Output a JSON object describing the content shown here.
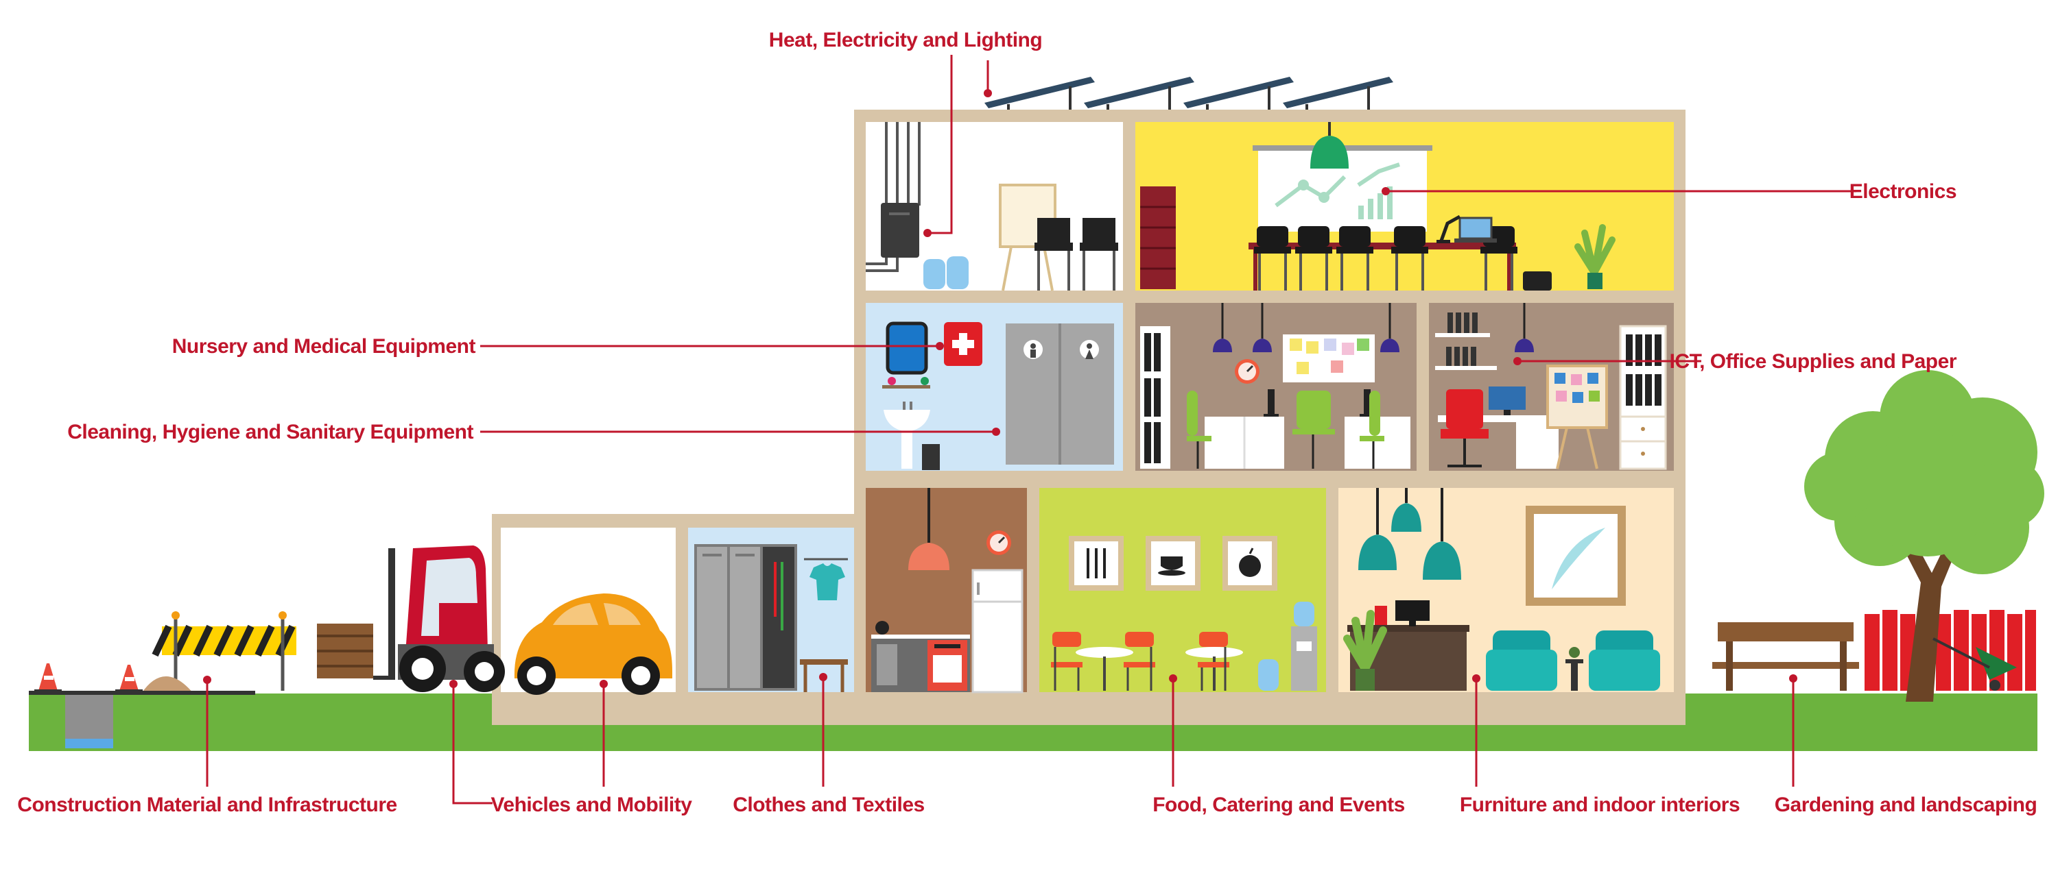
{
  "labels": {
    "heat": "Heat, Electricity and Lighting",
    "electronics": "Electronics",
    "nursery": "Nursery and Medical Equipment",
    "cleaning": "Cleaning, Hygiene and Sanitary Equipment",
    "ict": "ICT, Office Supplies and Paper",
    "construction": "Construction Material and Infrastructure",
    "vehicles": "Vehicles and Mobility",
    "clothes": "Clothes and Textiles",
    "food": "Food, Catering and Events",
    "furniture": "Furniture and indoor interiors",
    "gardening": "Gardening and landscaping"
  },
  "colors": {
    "label_red": "#c0162c",
    "house_frame": "#d8c5a8",
    "grass": "#6cb33e",
    "meeting_room": "#fde54a",
    "bathroom": "#cfe6f7",
    "office": "#a8907e",
    "kitchen": "#a4714f",
    "canteen": "#cbdb4e",
    "lounge": "#fde7c4",
    "car": "#f39c12",
    "tree": "#7ec04c"
  },
  "icons": [
    "solar-panel-icon",
    "boiler-icon",
    "water-bottle-icon",
    "easel-icon",
    "chair-icon",
    "projection-screen-icon",
    "pendant-lamp-icon",
    "filing-cabinet-icon",
    "laptop-icon",
    "plant-icon",
    "first-aid-kit-icon",
    "mirror-icon",
    "sink-icon",
    "toilet-door-icon",
    "bookshelf-icon",
    "desk-icon",
    "computer-icon",
    "pinboard-icon",
    "clock-icon",
    "fridge-icon",
    "oven-icon",
    "locker-icon",
    "t-shirt-icon",
    "car-icon",
    "forklift-icon",
    "barrier-icon",
    "traffic-cone-icon",
    "bench-icon",
    "tree-icon",
    "fence-icon",
    "wheelbarrow-icon",
    "armchair-icon",
    "painting-icon",
    "water-cooler-icon",
    "cafe-table-icon"
  ]
}
